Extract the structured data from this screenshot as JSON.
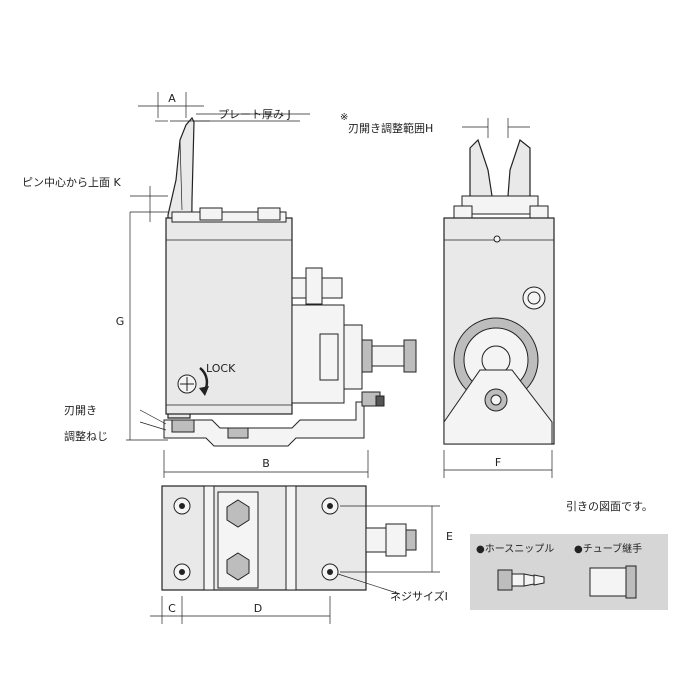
{
  "labels": {
    "dim_a": "A",
    "plate_thickness": "プレート厚み J",
    "pin_center_top": "ピン中心から上面 K",
    "dim_g": "G",
    "lock": "LOCK",
    "adjust_screw_line1": "刃開き",
    "adjust_screw_line2": "調整ねじ",
    "dim_b": "B",
    "asterisk": "※",
    "blade_range": "刃開き調整範囲H",
    "dim_f": "F",
    "dim_e": "E",
    "dim_c": "C",
    "dim_d": "D",
    "screw_size": "ネジサイズI",
    "pull_note": "引きの図面です。",
    "hose_nipple": "●ホースニップル",
    "tube_fitting": "●チューブ継手"
  }
}
